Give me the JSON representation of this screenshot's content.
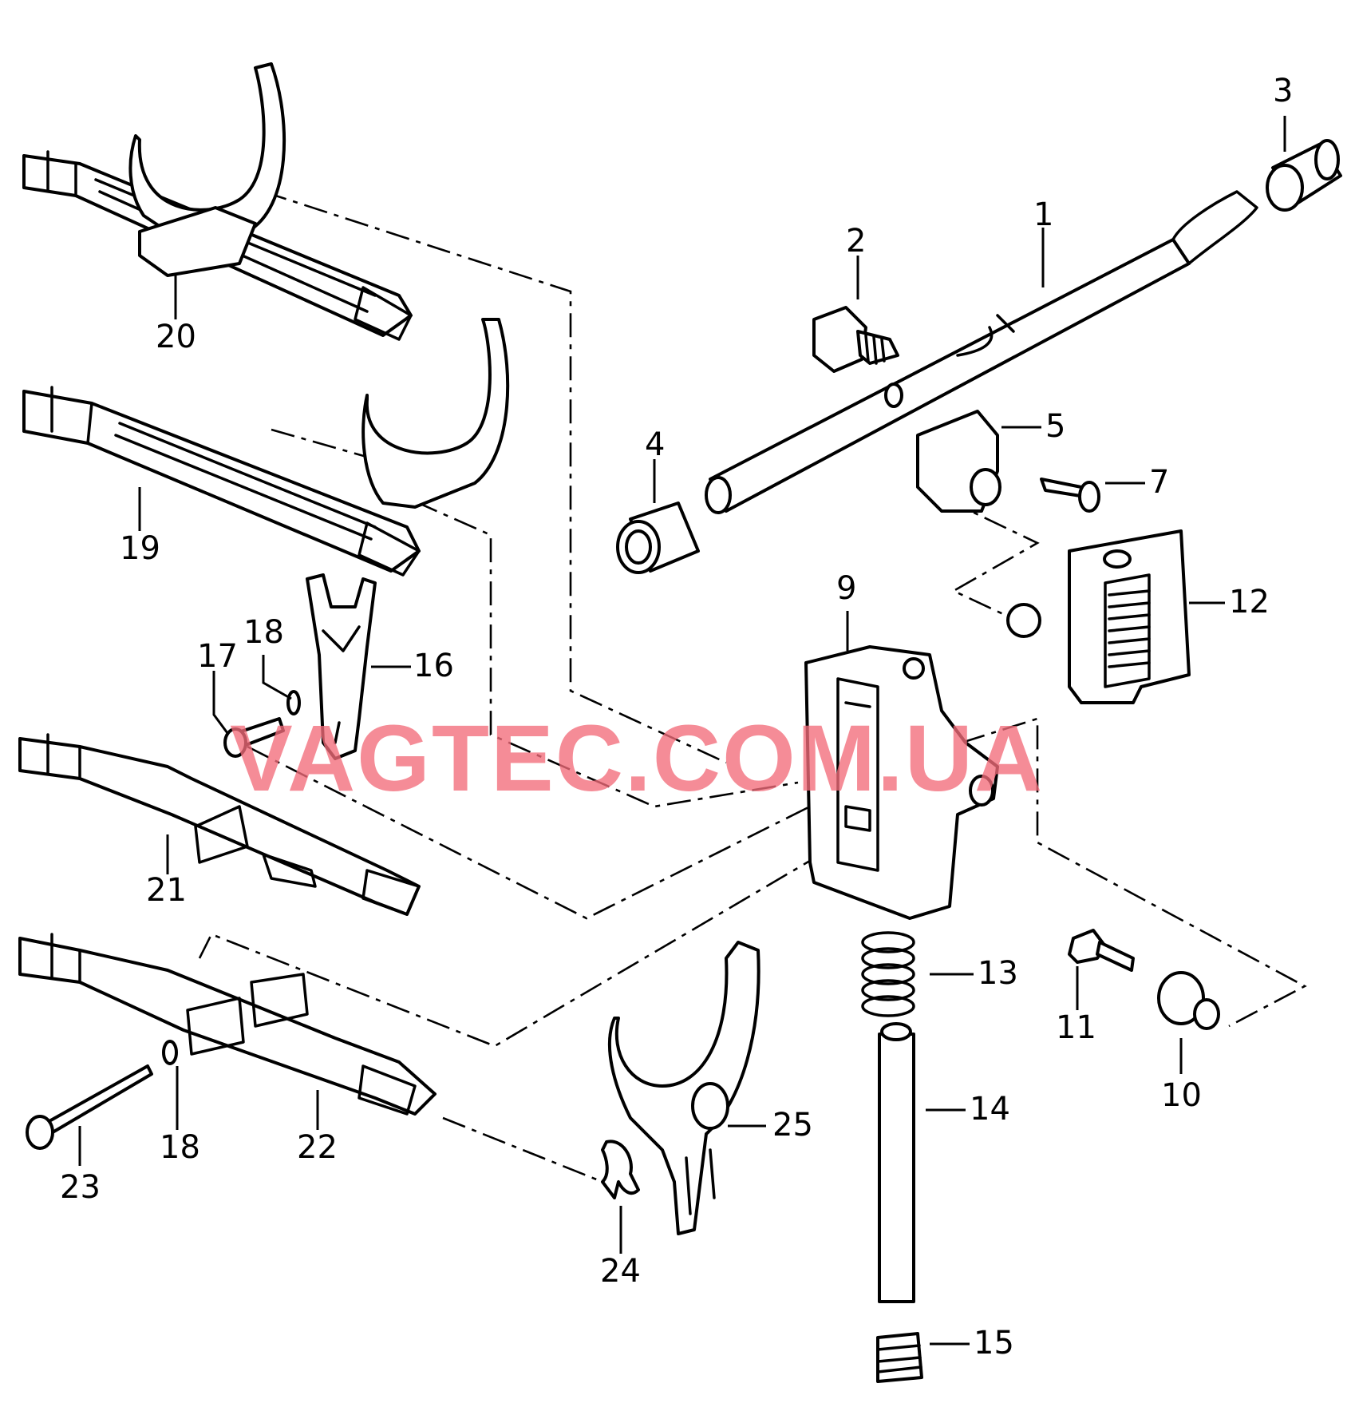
{
  "watermark": "VAGTEC.COM.UA",
  "callouts": [
    "1",
    "2",
    "3",
    "4",
    "5",
    "7",
    "9",
    "10",
    "11",
    "12",
    "13",
    "14",
    "15",
    "16",
    "17",
    "18",
    "18",
    "19",
    "20",
    "21",
    "22",
    "23",
    "24",
    "25"
  ]
}
